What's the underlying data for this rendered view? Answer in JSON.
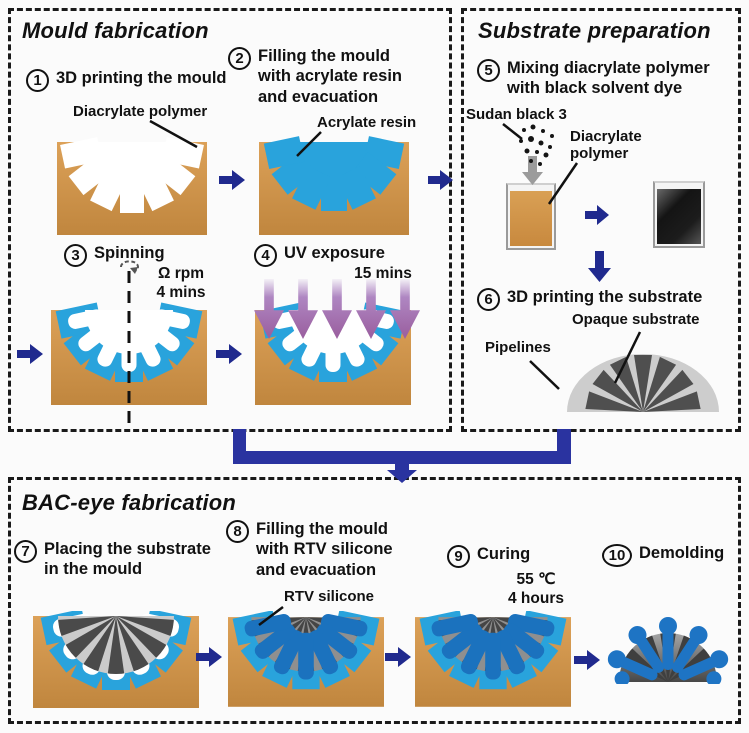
{
  "colors": {
    "mould_tan": "#D89B4F",
    "resin_light_blue": "#29A3DC",
    "silicone_blue": "#1B72BE",
    "flow_arrow_navy": "#202A8E",
    "connector_navy": "#2A33A0",
    "uv_purple": "#9C62A2",
    "substrate_dark_gray": "#4A4A4A",
    "substrate_light_gray": "#CBCBCB"
  },
  "mould": {
    "title": "Mould fabrication",
    "step1": {
      "num": "1",
      "label": "3D printing the mould",
      "annotation": "Diacrylate polymer"
    },
    "step2": {
      "num": "2",
      "label": "Filling the mould\nwith acrylate resin\nand evacuation",
      "annotation": "Acrylate resin"
    },
    "step3": {
      "num": "3",
      "label": "Spinning",
      "params": "Ω rpm\n4 mins"
    },
    "step4": {
      "num": "4",
      "label": "UV exposure",
      "params": "15 mins"
    }
  },
  "substrate": {
    "title": "Substrate preparation",
    "step5": {
      "num": "5",
      "label": "Mixing  diacrylate polymer\nwith black solvent dye",
      "annotation1": "Sudan black 3",
      "annotation2": "Diacrylate\npolymer"
    },
    "step6": {
      "num": "6",
      "label": "3D printing the substrate",
      "annotation1": "Pipelines",
      "annotation2": "Opaque substrate"
    }
  },
  "baceye": {
    "title": "BAC-eye fabrication",
    "step7": {
      "num": "7",
      "label": "Placing the substrate\nin the mould"
    },
    "step8": {
      "num": "8",
      "label": "Filling the mould\nwith RTV silicone\nand evacuation",
      "annotation": "RTV silicone"
    },
    "step9": {
      "num": "9",
      "label": "Curing",
      "params": "55 ℃\n4 hours"
    },
    "step10": {
      "num": "10",
      "label": "Demolding"
    }
  }
}
